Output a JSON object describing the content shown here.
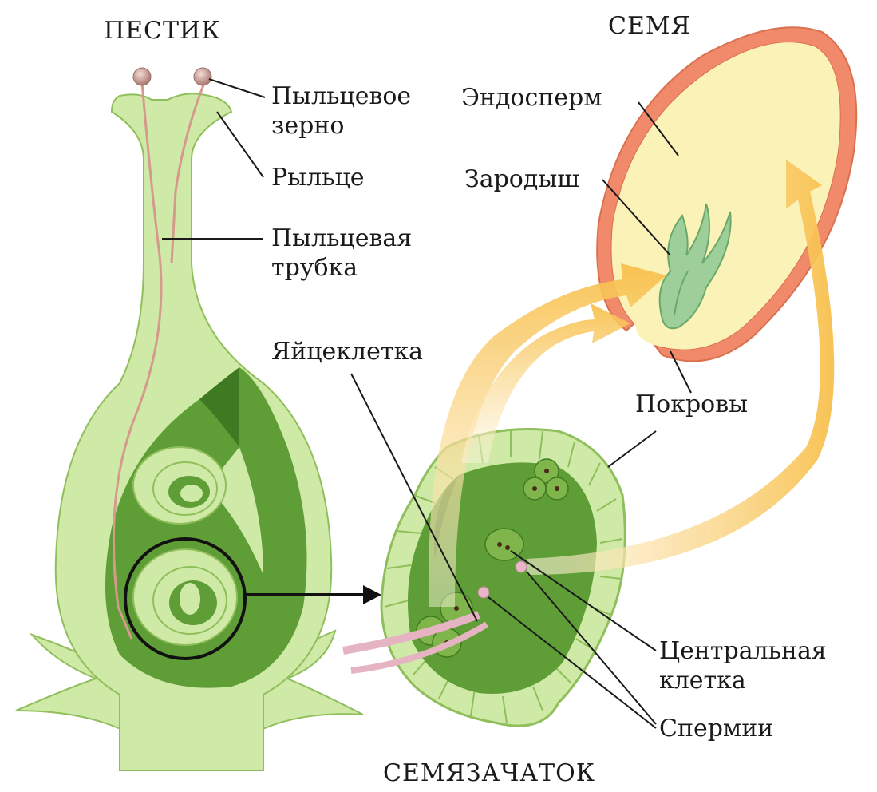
{
  "titles": {
    "pistil": "ПЕСТИК",
    "seed": "СЕМЯ",
    "ovule": "СЕМЯЗАЧАТОК"
  },
  "labels": {
    "pollen_grain_1": "Пыльцевое",
    "pollen_grain_2": "зерно",
    "stigma": "Рыльце",
    "pollen_tube_1": "Пыльцевая",
    "pollen_tube_2": "трубка",
    "endosperm": "Эндосперм",
    "embryo": "Зародыш",
    "integuments": "Покровы",
    "egg_cell": "Яйцеклетка",
    "central_cell_1": "Центральная",
    "central_cell_2": "клетка",
    "sperm": "Спермии"
  },
  "colors": {
    "pistil_fill": "#cfe9a6",
    "pistil_outline": "#8fbf5a",
    "ovary_cavity": "#5f9e36",
    "ovary_dark": "#3f7a22",
    "seed_coat": "#f08a6a",
    "endosperm": "#fbf2b8",
    "embryo": "#9ecf9a",
    "arrow": "#f7c65a",
    "pollen": "#c9a19a",
    "pollen_tube": "#e6b3c2"
  }
}
